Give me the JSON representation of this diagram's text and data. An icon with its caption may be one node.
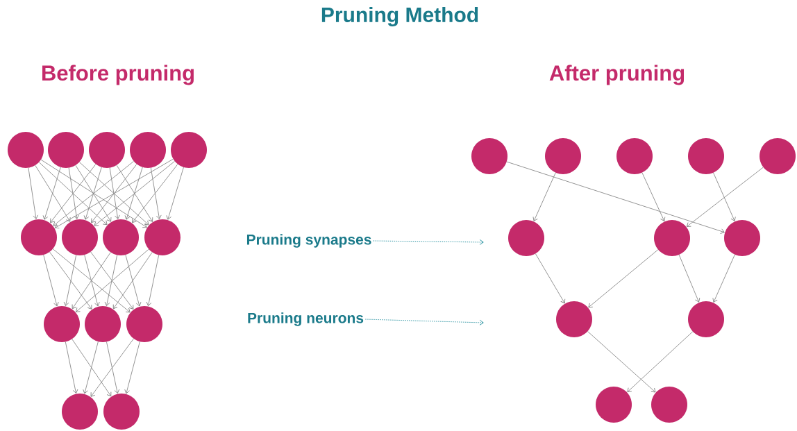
{
  "diagram": {
    "title": "Pruning Method",
    "nodes": [
      {
        "text": [],
        "shape": "circle"
      },
      {
        "text": [],
        "shape": "circle"
      },
      {
        "text": [],
        "shape": "circle"
      },
      {
        "text": [],
        "shape": "circle"
      },
      {
        "text": [],
        "shape": "circle"
      },
      {
        "text": [],
        "shape": "circle"
      },
      {
        "text": [],
        "shape": "circle"
      },
      {
        "text": [],
        "shape": "circle"
      },
      {
        "text": [],
        "shape": "circle"
      },
      {
        "text": [],
        "shape": "circle"
      },
      {
        "text": [],
        "shape": "circle"
      },
      {
        "text": [],
        "shape": "circle"
      },
      {
        "text": [],
        "shape": "circle"
      },
      {
        "text": [],
        "shape": "circle"
      },
      {
        "text": [
          "Pruning synapses"
        ]
      },
      {
        "text": [
          "Pruning neurons"
        ]
      },
      {
        "text": [],
        "shape": "circle"
      },
      {
        "text": [],
        "shape": "circle"
      },
      {
        "text": [],
        "shape": "circle"
      },
      {
        "text": [],
        "shape": "circle"
      },
      {
        "text": [],
        "shape": "circle"
      },
      {
        "text": [],
        "shape": "circle"
      },
      {
        "text": [],
        "shape": "circle"
      },
      {
        "text": [],
        "shape": "circle"
      },
      {
        "text": [],
        "shape": "circle"
      },
      {
        "text": [],
        "shape": "circle"
      },
      {
        "text": [],
        "shape": "circle"
      },
      {
        "text": [],
        "shape": "circle"
      }
    ],
    "edges": [
      {
        "from": 0,
        "to": 5,
        "arrow": "to"
      },
      {
        "from": 0,
        "to": 6,
        "arrow": "to"
      },
      {
        "from": 0,
        "to": 7,
        "arrow": "to"
      },
      {
        "from": 0,
        "to": 8,
        "arrow": "to"
      },
      {
        "from": 1,
        "to": 5,
        "arrow": "to"
      },
      {
        "from": 1,
        "to": 6,
        "arrow": "to"
      },
      {
        "from": 1,
        "to": 7,
        "arrow": "to"
      },
      {
        "from": 1,
        "to": 8,
        "arrow": "to"
      },
      {
        "from": 2,
        "to": 5,
        "arrow": "to"
      },
      {
        "from": 2,
        "to": 6,
        "arrow": "to"
      },
      {
        "from": 2,
        "to": 7,
        "arrow": "to"
      },
      {
        "from": 2,
        "to": 8,
        "arrow": "to"
      },
      {
        "from": 3,
        "to": 5,
        "arrow": "to"
      },
      {
        "from": 3,
        "to": 6,
        "arrow": "to"
      },
      {
        "from": 3,
        "to": 7,
        "arrow": "to"
      },
      {
        "from": 3,
        "to": 8,
        "arrow": "to"
      },
      {
        "from": 4,
        "to": 5,
        "arrow": "to"
      },
      {
        "from": 4,
        "to": 6,
        "arrow": "to"
      },
      {
        "from": 4,
        "to": 7,
        "arrow": "to"
      },
      {
        "from": 4,
        "to": 8,
        "arrow": "to"
      },
      {
        "from": 5,
        "to": 9,
        "arrow": "to"
      },
      {
        "from": 5,
        "to": 10,
        "arrow": "to"
      },
      {
        "from": 5,
        "to": 11,
        "arrow": "to"
      },
      {
        "from": 6,
        "to": 9,
        "arrow": "to"
      },
      {
        "from": 6,
        "to": 10,
        "arrow": "to"
      },
      {
        "from": 6,
        "to": 11,
        "arrow": "to"
      },
      {
        "from": 7,
        "to": 9,
        "arrow": "to"
      },
      {
        "from": 7,
        "to": 10,
        "arrow": "to"
      },
      {
        "from": 7,
        "to": 11,
        "arrow": "to"
      },
      {
        "from": 8,
        "to": 9,
        "arrow": "to"
      },
      {
        "from": 8,
        "to": 10,
        "arrow": "to"
      },
      {
        "from": 8,
        "to": 11,
        "arrow": "to"
      },
      {
        "from": 9,
        "to": 12,
        "arrow": "to"
      },
      {
        "from": 9,
        "to": 13,
        "arrow": "to"
      },
      {
        "from": 10,
        "to": 12,
        "arrow": "to"
      },
      {
        "from": 10,
        "to": 13,
        "arrow": "to"
      },
      {
        "from": 11,
        "to": 12,
        "arrow": "to"
      },
      {
        "from": 11,
        "to": 13,
        "arrow": "to"
      },
      {
        "from": 14,
        "to": null,
        "arrow": "to",
        "style": "dashed",
        "color": "#1a8a9a"
      },
      {
        "from": 15,
        "to": null,
        "arrow": "to",
        "style": "dashed",
        "color": "#1a8a9a"
      },
      {
        "from": 16,
        "to": 23,
        "arrow": "to"
      },
      {
        "from": 17,
        "to": 21,
        "arrow": "to"
      },
      {
        "from": 18,
        "to": 22,
        "arrow": "to"
      },
      {
        "from": 19,
        "to": 23,
        "arrow": "to"
      },
      {
        "from": 20,
        "to": 22,
        "arrow": "to"
      },
      {
        "from": 21,
        "to": 24,
        "arrow": "to"
      },
      {
        "from": 22,
        "to": 24,
        "arrow": "to"
      },
      {
        "from": 22,
        "to": 25,
        "arrow": "to"
      },
      {
        "from": 23,
        "to": 25,
        "arrow": "to"
      },
      {
        "from": 24,
        "to": 27,
        "arrow": "to"
      },
      {
        "from": 25,
        "to": 26,
        "arrow": "to"
      }
    ],
    "labels": [
      "Before pruning",
      "After pruning"
    ]
  }
}
